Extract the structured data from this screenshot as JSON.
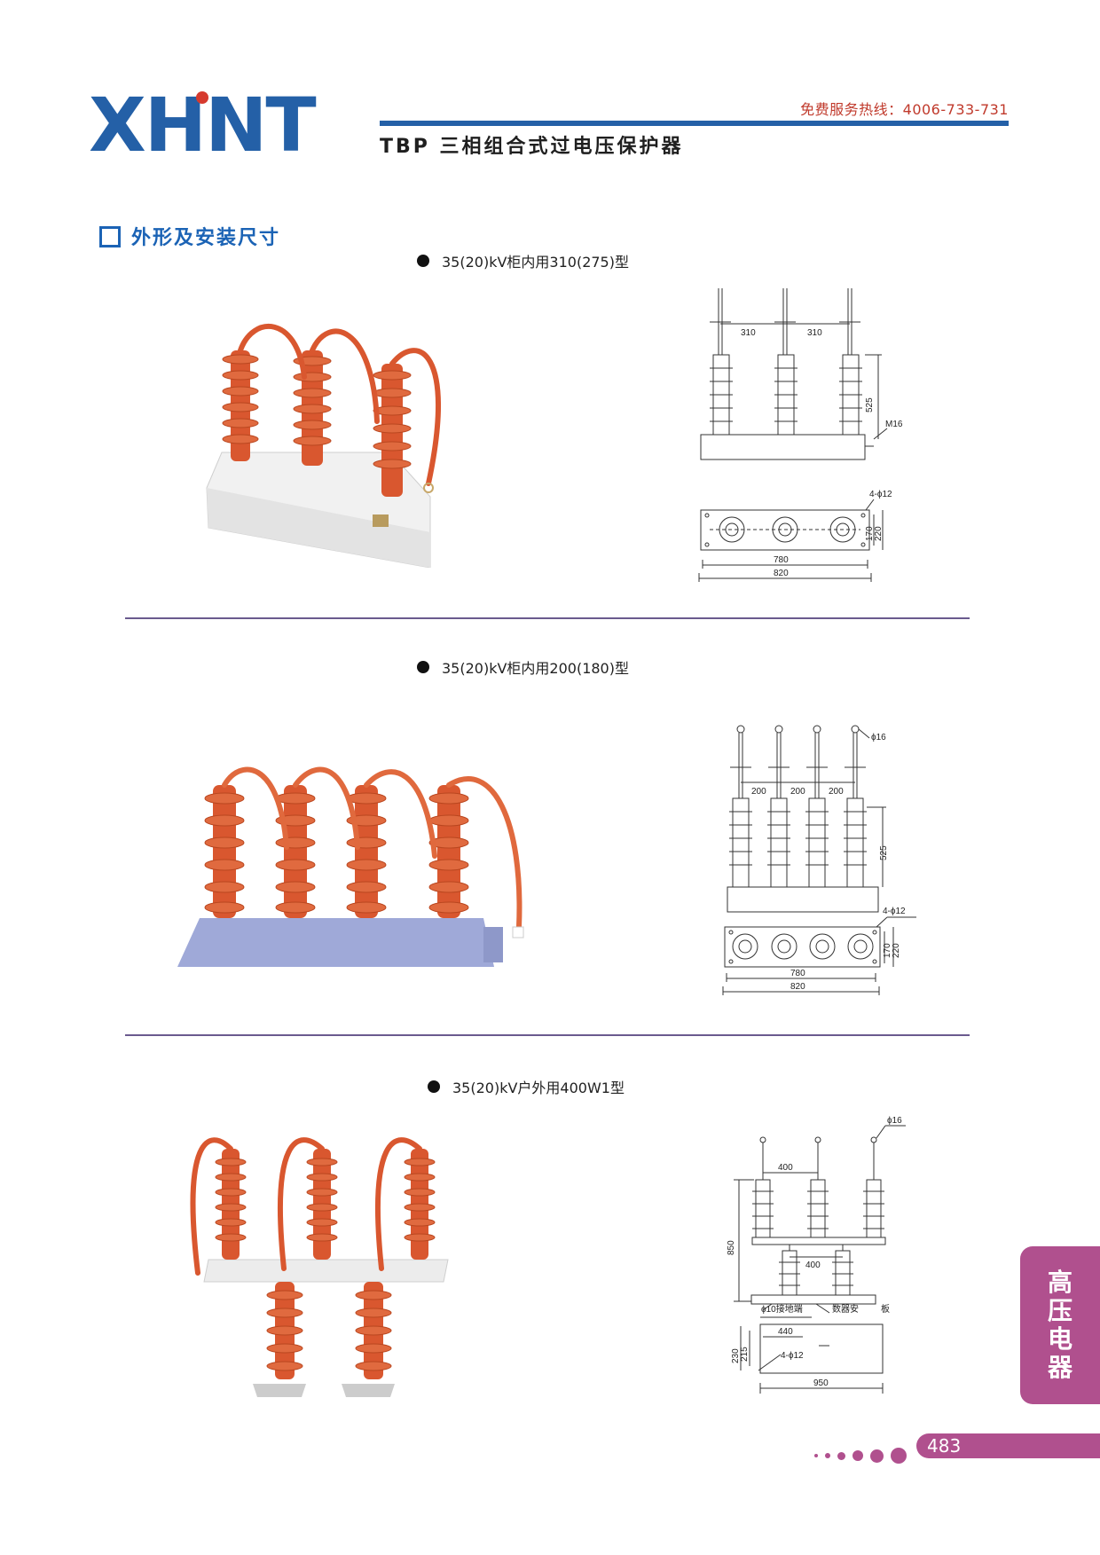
{
  "header": {
    "brand": "XHNT",
    "hotline": "免费服务热线：4006-733-731",
    "product_title": "TBP 三相组合式过电压保护器"
  },
  "section": {
    "title": "外形及安装尺寸"
  },
  "products": [
    {
      "caption": "35(20)kV柜内用310(275)型",
      "dims": {
        "pitch": "310",
        "height": "525",
        "bolt": "M16",
        "holes": "4-ϕ12",
        "depth_inner": "170",
        "depth_outer": "220",
        "length_inner": "780",
        "length_outer": "820"
      }
    },
    {
      "caption": "35(20)kV柜内用200(180)型",
      "dims": {
        "terminal": "ϕ16",
        "pitch": "200",
        "height": "525",
        "holes": "4-ϕ12",
        "depth_inner": "170",
        "depth_outer": "220",
        "length_inner": "780",
        "length_outer": "820"
      }
    },
    {
      "caption": "35(20)kV户外用400W1型",
      "dims": {
        "terminal": "ϕ16",
        "pitch": "400",
        "height": "850",
        "ground": "ϕ10接地端",
        "counter": "数器安",
        "plate": "板",
        "base_width": "440",
        "holes": "4-ϕ12",
        "depth_inner": "215",
        "depth_outer": "230",
        "length": "950"
      }
    }
  ],
  "sidebar": {
    "char1": "高",
    "char2": "压",
    "char3": "电",
    "char4": "器"
  },
  "footer": {
    "page_number": "483"
  },
  "colors": {
    "brand_blue": "#2460a7",
    "accent_magenta": "#b0508e",
    "insulator_orange": "#d9572f",
    "hotline_red": "#c0392b"
  }
}
